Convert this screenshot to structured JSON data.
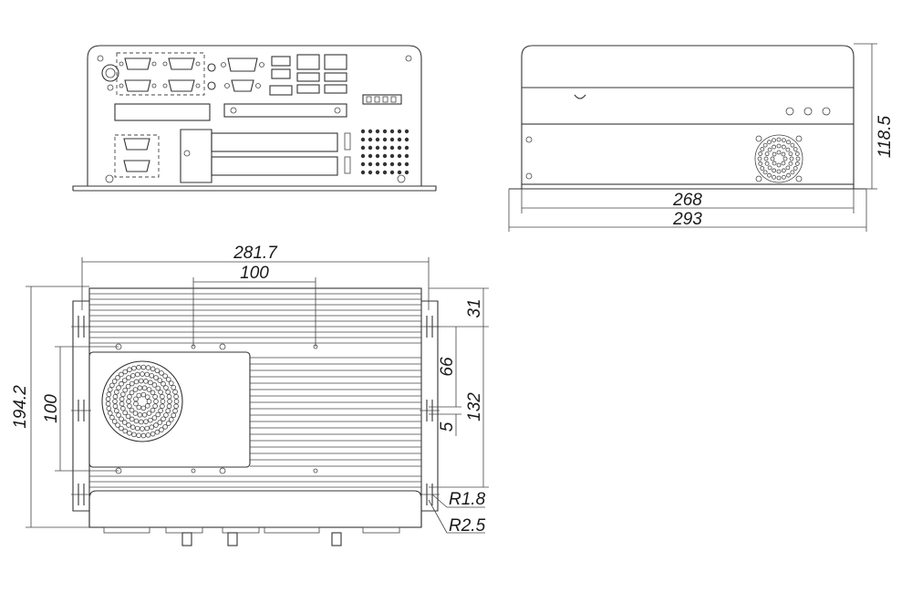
{
  "views": {
    "front": {
      "name": "front-panel-view"
    },
    "side": {
      "name": "side-view"
    },
    "top": {
      "name": "top-view"
    }
  },
  "dimensions": {
    "side_height": "118.5",
    "side_inner_length": "268",
    "side_total_length": "293",
    "top_total_length": "281.7",
    "top_hole_spacing": "100",
    "top_depth": "194.2",
    "top_left_hole_spacing": "100",
    "top_right_31": "31",
    "top_right_66": "66",
    "top_right_5": "5",
    "top_right_132": "132",
    "radius_small": "R1.8",
    "radius_large": "R2.5"
  }
}
